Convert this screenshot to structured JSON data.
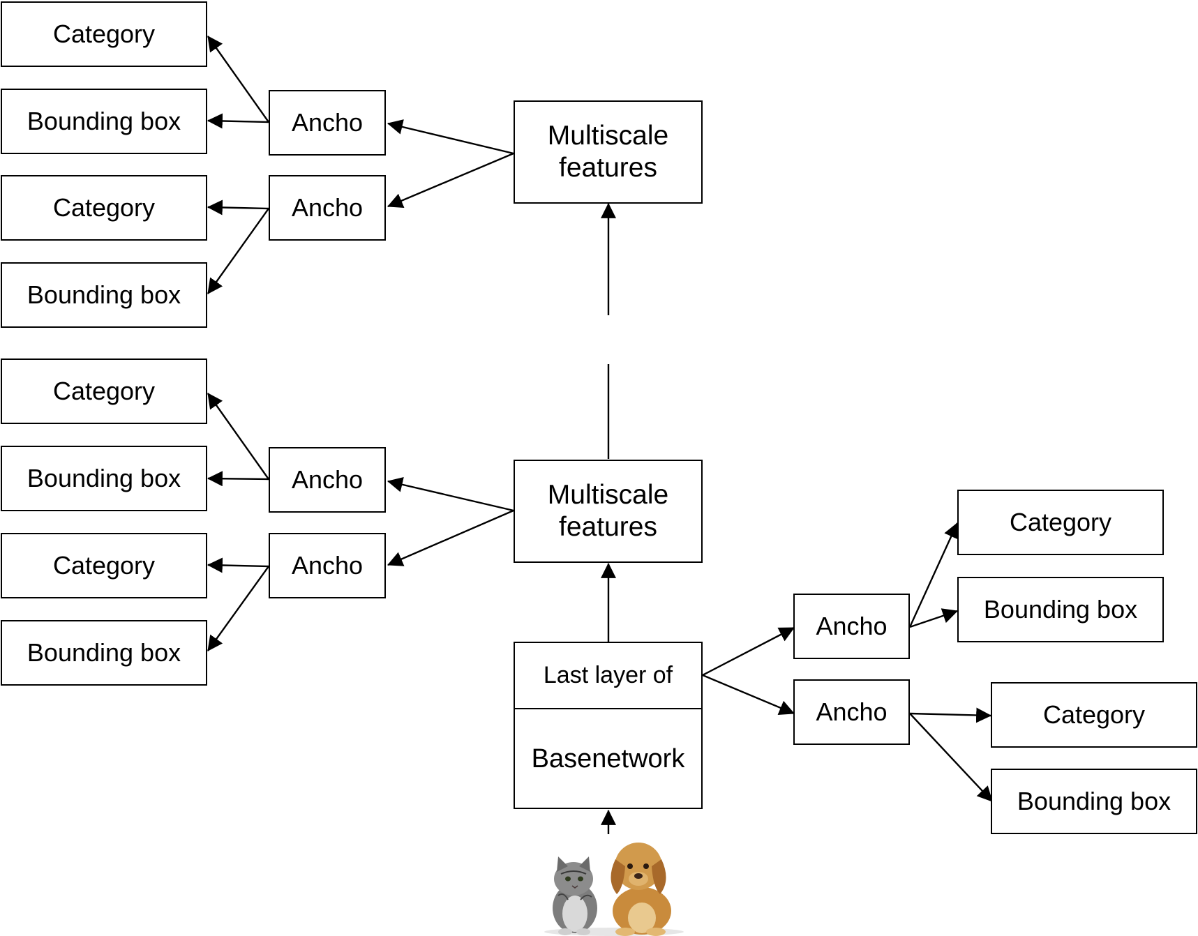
{
  "multiscale_top": {
    "line1": "Multiscale",
    "line2": "features"
  },
  "multiscale_mid": {
    "line1": "Multiscale",
    "line2": "features"
  },
  "base": {
    "top_label": "Last layer of",
    "line1": "Base",
    "line2": "network"
  },
  "top_left_group": {
    "anchors": [
      "Ancho",
      "Ancho"
    ],
    "outputs": [
      "Category",
      "Bounding box",
      "Category",
      "Bounding box"
    ]
  },
  "mid_left_group": {
    "anchors": [
      "Ancho",
      "Ancho"
    ],
    "outputs": [
      "Category",
      "Bounding box",
      "Category",
      "Bounding box"
    ]
  },
  "right_group": {
    "anchors": [
      "Ancho",
      "Ancho"
    ],
    "outputs": [
      "Category",
      "Bounding box",
      "Category",
      "Bounding box"
    ]
  },
  "input_image": {
    "icon": "cat-and-dog-image"
  },
  "colors": {
    "stroke": "#000000",
    "background": "#ffffff",
    "dog": "#c98b3c",
    "cat": "#8a8a8a"
  }
}
